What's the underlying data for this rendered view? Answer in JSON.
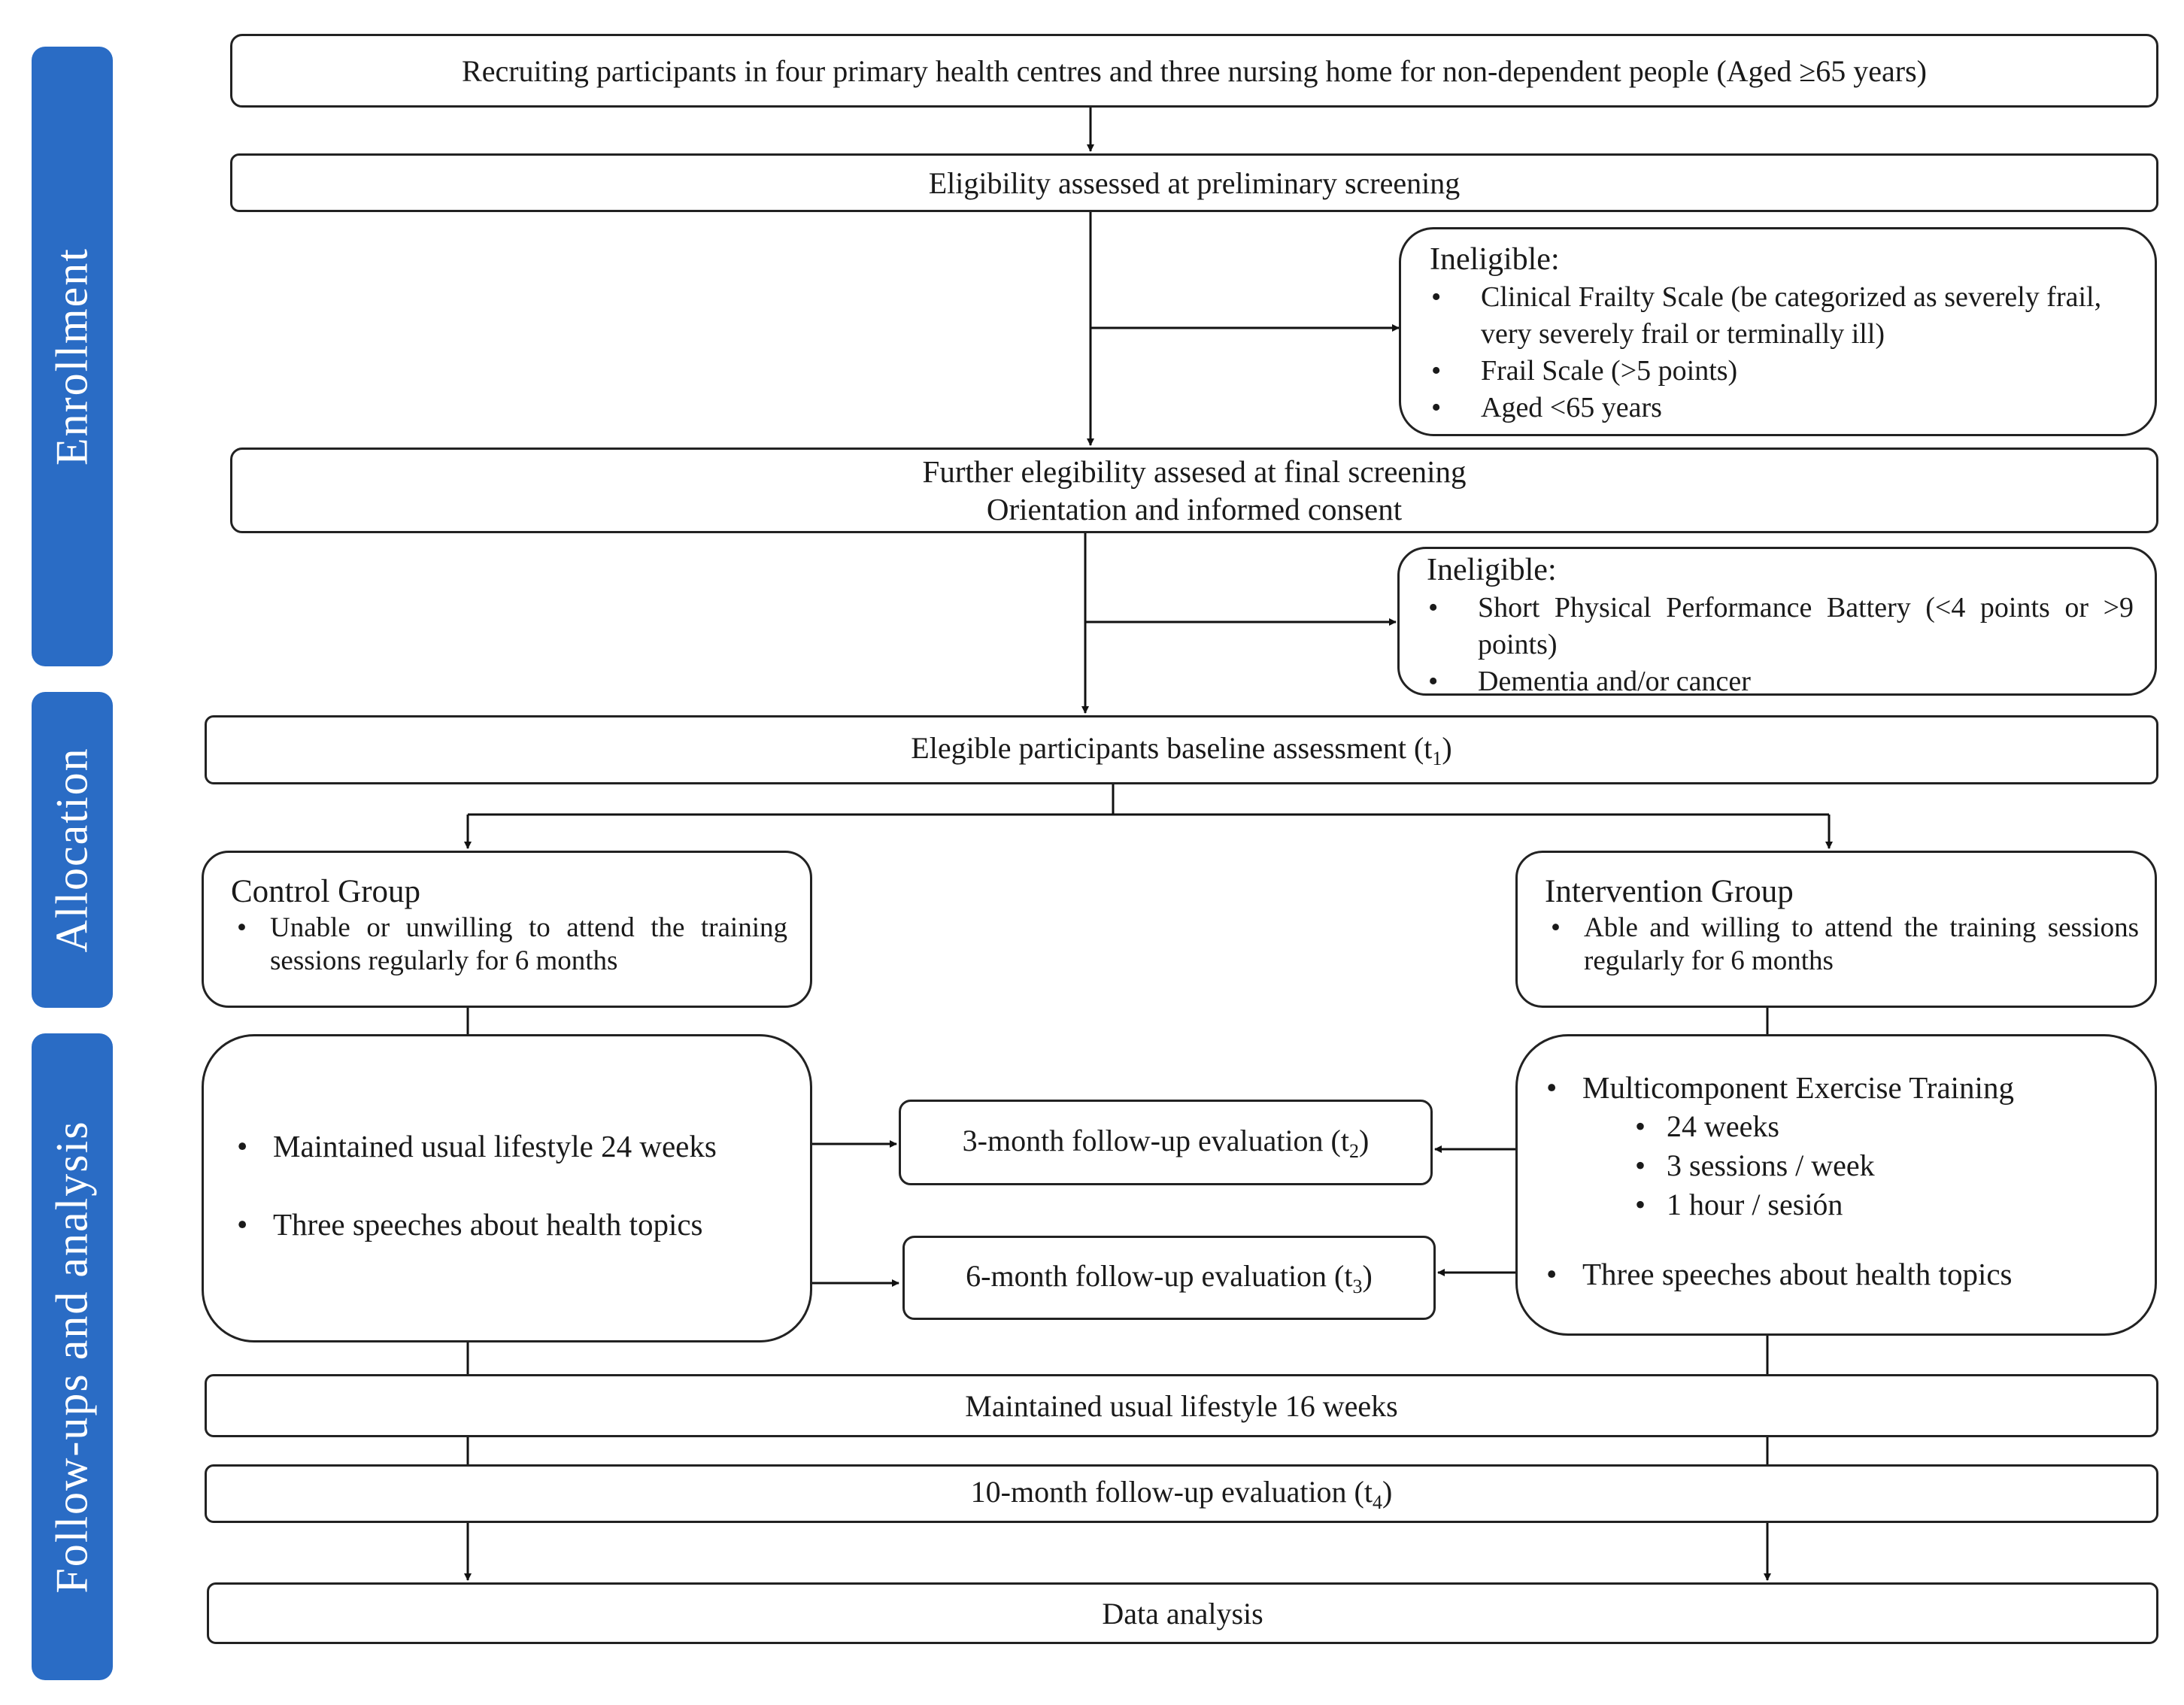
{
  "phases": {
    "enrollment": "Enrollment",
    "allocation": "Allocation",
    "followups": "Follow-ups and analysis"
  },
  "recruiting": "Recruiting participants in four primary health centres and three nursing home for non-dependent people (Aged ≥65 years)",
  "eligibility_preliminary": "Eligibility assessed at preliminary screening",
  "ineligible_1": {
    "title": "Ineligible:",
    "items": [
      "Clinical Frailty Scale (be categorized as severely frail, very severely frail or terminally ill)",
      "Frail Scale (>5 points)",
      "Aged <65 years"
    ]
  },
  "final_screening": {
    "line1": "Further elegibility assesed at final screening",
    "line2": "Orientation and informed consent"
  },
  "ineligible_2": {
    "title": "Ineligible:",
    "items": [
      "Short Physical Performance Battery (<4 points or >9 points)",
      "Dementia and/or cancer"
    ]
  },
  "baseline": {
    "text": "Elegible participants baseline assessment (t",
    "sub": "1",
    "close": ")"
  },
  "control_group": {
    "title": "Control Group",
    "item": "Unable or unwilling to attend the training sessions regularly for 6 months"
  },
  "intervention_group": {
    "title": "Intervention Group",
    "item": "Able and willing to attend the training sessions regularly for 6 months"
  },
  "control_activities": [
    "Maintained usual lifestyle 24 weeks",
    "Three speeches about health topics"
  ],
  "intervention_activities": {
    "main": "Multicomponent Exercise Training",
    "details": [
      "24 weeks",
      "3 sessions / week",
      "1 hour / sesión"
    ],
    "speeches": "Three speeches about health topics"
  },
  "followup_3m": {
    "text": "3-month follow-up evaluation (t",
    "sub": "2",
    "close": ")"
  },
  "followup_6m": {
    "text": "6-month follow-up evaluation (t",
    "sub": "3",
    "close": ")"
  },
  "maintained_16": "Maintained usual lifestyle 16 weeks",
  "followup_10m": {
    "text": "10-month follow-up evaluation (t",
    "sub": "4",
    "close": ")"
  },
  "data_analysis": "Data analysis"
}
